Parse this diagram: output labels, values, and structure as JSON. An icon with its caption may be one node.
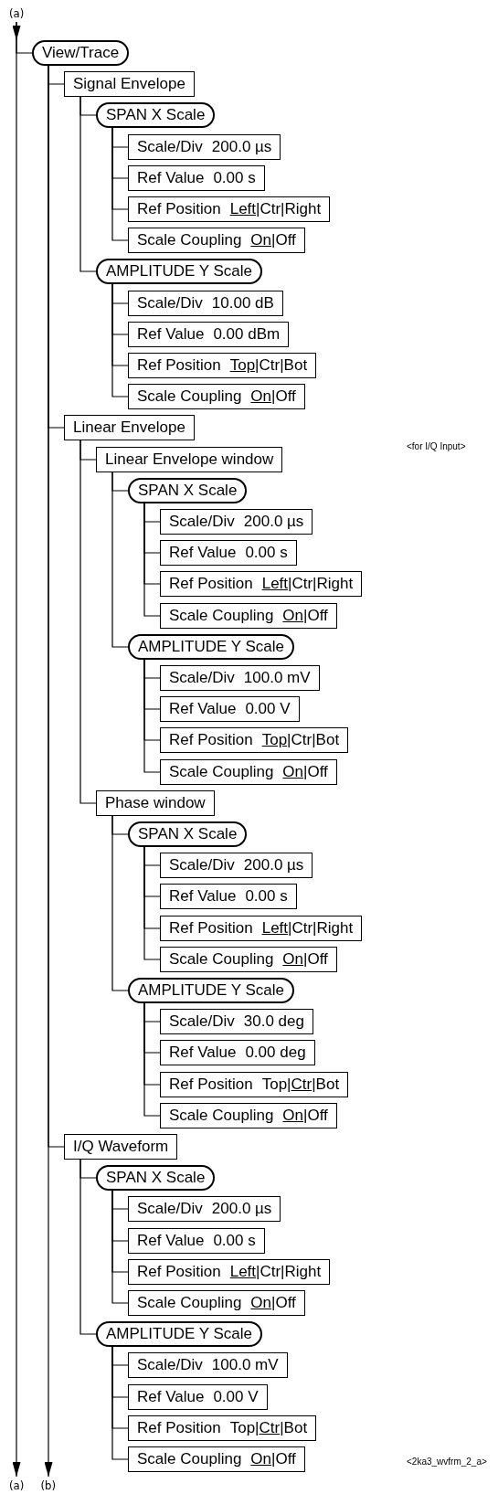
{
  "diagram": {
    "nodes": [
      {
        "text": [
          "(a)"
        ]
      },
      {
        "text": [
          "View/Trace"
        ]
      },
      {
        "text": [
          "Signal Envelope"
        ]
      },
      {
        "text": [
          "SPAN X Scale"
        ]
      },
      {
        "text": [
          "Scale/Div",
          "200.0 µs"
        ]
      },
      {
        "text": [
          "Ref Value",
          "0.00 s"
        ]
      },
      {
        "text": [
          "Ref Position",
          "Left|Ctr|Right"
        ]
      },
      {
        "text": [
          "Scale Coupling",
          "On|Off"
        ]
      },
      {
        "text": [
          "AMPLITUDE Y Scale"
        ]
      },
      {
        "text": [
          "Scale/Div",
          "10.00 dB"
        ]
      },
      {
        "text": [
          "Ref Value",
          "0.00 dBm"
        ]
      },
      {
        "text": [
          "Ref Position",
          "Top|Ctr|Bot"
        ]
      },
      {
        "text": [
          "Scale Coupling",
          "On|Off"
        ]
      },
      {
        "text": [
          "Linear Envelope"
        ]
      },
      {
        "text": [
          "Linear Envelope window"
        ]
      },
      {
        "text": [
          "SPAN X Scale"
        ]
      },
      {
        "text": [
          "Scale/Div",
          "200.0 µs"
        ]
      },
      {
        "text": [
          "Ref Value",
          "0.00 s"
        ]
      },
      {
        "text": [
          "Ref Position",
          "Left|Ctr|Right"
        ]
      },
      {
        "text": [
          "Scale Coupling",
          "On|Off"
        ]
      },
      {
        "text": [
          "AMPLITUDE Y Scale"
        ]
      },
      {
        "text": [
          "Scale/Div",
          "100.0 mV"
        ]
      },
      {
        "text": [
          "Ref Value",
          "0.00 V"
        ]
      },
      {
        "text": [
          "Ref Position",
          "Top|Ctr|Bot"
        ]
      },
      {
        "text": [
          "Scale Coupling",
          "On|Off"
        ]
      },
      {
        "text": [
          "Phase window"
        ]
      },
      {
        "text": [
          "SPAN X Scale"
        ]
      },
      {
        "text": [
          "Scale/Div",
          "200.0 µs"
        ]
      },
      {
        "text": [
          "Ref Value",
          "0.00 s"
        ]
      },
      {
        "text": [
          "Ref Position",
          "Left|Ctr|Right"
        ]
      },
      {
        "text": [
          "Scale Coupling",
          "On|Off"
        ]
      },
      {
        "text": [
          "AMPLITUDE Y Scale"
        ]
      },
      {
        "text": [
          "Scale/Div",
          "30.0 deg"
        ]
      },
      {
        "text": [
          "Ref Value",
          "0.00 deg"
        ]
      },
      {
        "text": [
          "Ref Position",
          "Top|Ctr|Bot"
        ]
      },
      {
        "text": [
          "Scale Coupling",
          "On|Off"
        ]
      },
      {
        "text": [
          "I/Q Waveform"
        ]
      },
      {
        "text": [
          "SPAN X Scale"
        ]
      },
      {
        "text": [
          "Scale/Div",
          "200.0 µs"
        ]
      },
      {
        "text": [
          "Ref Value",
          "0.00 s"
        ]
      },
      {
        "text": [
          "Ref Position",
          "Left|Ctr|Right"
        ]
      },
      {
        "text": [
          "Scale Coupling",
          "On|Off"
        ]
      },
      {
        "text": [
          "AMPLITUDE Y Scale"
        ]
      },
      {
        "text": [
          "Scale/Div",
          "100.0 mV"
        ]
      },
      {
        "text": [
          "Ref Value",
          "0.00 V"
        ]
      },
      {
        "text": [
          "Ref Position",
          "Top|Ctr|Bot"
        ]
      },
      {
        "text": [
          "Scale Coupling",
          "On|Off"
        ]
      },
      {
        "text": [
          "(a)"
        ]
      },
      {
        "text": [
          "(b)"
        ]
      }
    ],
    "edges": [
      {
        "from": 0,
        "to": 1,
        "arrow": "none"
      },
      {
        "from": 0,
        "to": 47,
        "arrow": "to"
      },
      {
        "from": 1,
        "to": 48,
        "arrow": "to"
      },
      {
        "from": 1,
        "to": 2,
        "arrow": "none"
      },
      {
        "from": 2,
        "to": 3,
        "arrow": "none"
      },
      {
        "from": 3,
        "to": 4,
        "arrow": "none"
      },
      {
        "from": 3,
        "to": 5,
        "arrow": "none"
      },
      {
        "from": 3,
        "to": 6,
        "arrow": "none"
      },
      {
        "from": 3,
        "to": 7,
        "arrow": "none"
      },
      {
        "from": 2,
        "to": 8,
        "arrow": "none"
      },
      {
        "from": 8,
        "to": 9,
        "arrow": "none"
      },
      {
        "from": 8,
        "to": 10,
        "arrow": "none"
      },
      {
        "from": 8,
        "to": 11,
        "arrow": "none"
      },
      {
        "from": 8,
        "to": 12,
        "arrow": "none"
      },
      {
        "from": 1,
        "to": 13,
        "arrow": "none"
      },
      {
        "from": 13,
        "to": 14,
        "arrow": "none"
      },
      {
        "from": 14,
        "to": 15,
        "arrow": "none"
      },
      {
        "from": 15,
        "to": 16,
        "arrow": "none"
      },
      {
        "from": 15,
        "to": 17,
        "arrow": "none"
      },
      {
        "from": 15,
        "to": 18,
        "arrow": "none"
      },
      {
        "from": 15,
        "to": 19,
        "arrow": "none"
      },
      {
        "from": 14,
        "to": 20,
        "arrow": "none"
      },
      {
        "from": 20,
        "to": 21,
        "arrow": "none"
      },
      {
        "from": 20,
        "to": 22,
        "arrow": "none"
      },
      {
        "from": 20,
        "to": 23,
        "arrow": "none"
      },
      {
        "from": 20,
        "to": 24,
        "arrow": "none"
      },
      {
        "from": 13,
        "to": 25,
        "arrow": "none"
      },
      {
        "from": 25,
        "to": 26,
        "arrow": "none"
      },
      {
        "from": 26,
        "to": 27,
        "arrow": "none"
      },
      {
        "from": 26,
        "to": 28,
        "arrow": "none"
      },
      {
        "from": 26,
        "to": 29,
        "arrow": "none"
      },
      {
        "from": 26,
        "to": 30,
        "arrow": "none"
      },
      {
        "from": 25,
        "to": 31,
        "arrow": "none"
      },
      {
        "from": 31,
        "to": 32,
        "arrow": "none"
      },
      {
        "from": 31,
        "to": 33,
        "arrow": "none"
      },
      {
        "from": 31,
        "to": 34,
        "arrow": "none"
      },
      {
        "from": 31,
        "to": 35,
        "arrow": "none"
      },
      {
        "from": 1,
        "to": 36,
        "arrow": "none"
      },
      {
        "from": 36,
        "to": 37,
        "arrow": "none"
      },
      {
        "from": 37,
        "to": 38,
        "arrow": "none"
      },
      {
        "from": 37,
        "to": 39,
        "arrow": "none"
      },
      {
        "from": 37,
        "to": 40,
        "arrow": "none"
      },
      {
        "from": 37,
        "to": 41,
        "arrow": "none"
      },
      {
        "from": 36,
        "to": 42,
        "arrow": "none"
      },
      {
        "from": 42,
        "to": 43,
        "arrow": "none"
      },
      {
        "from": 42,
        "to": 44,
        "arrow": "none"
      },
      {
        "from": 42,
        "to": 45,
        "arrow": "none"
      },
      {
        "from": 42,
        "to": 46,
        "arrow": "none"
      }
    ],
    "labels": [
      "<for I/Q Input>",
      "<2ka3_wvfrm_2_a>"
    ]
  }
}
